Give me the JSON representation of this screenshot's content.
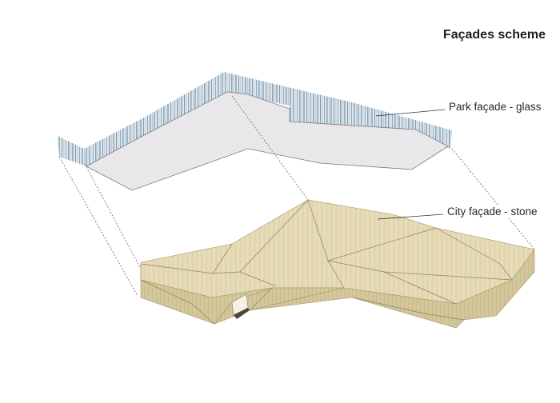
{
  "title": "Façades scheme",
  "labels": {
    "park": "Park façade - glass",
    "city": "City façade - stone"
  },
  "colors": {
    "stone_top": "#e5dbb8",
    "stone_side": "#d2c59a",
    "glass_stripe": "#9eb6c6",
    "roof_underside": "#e9e7ea"
  }
}
